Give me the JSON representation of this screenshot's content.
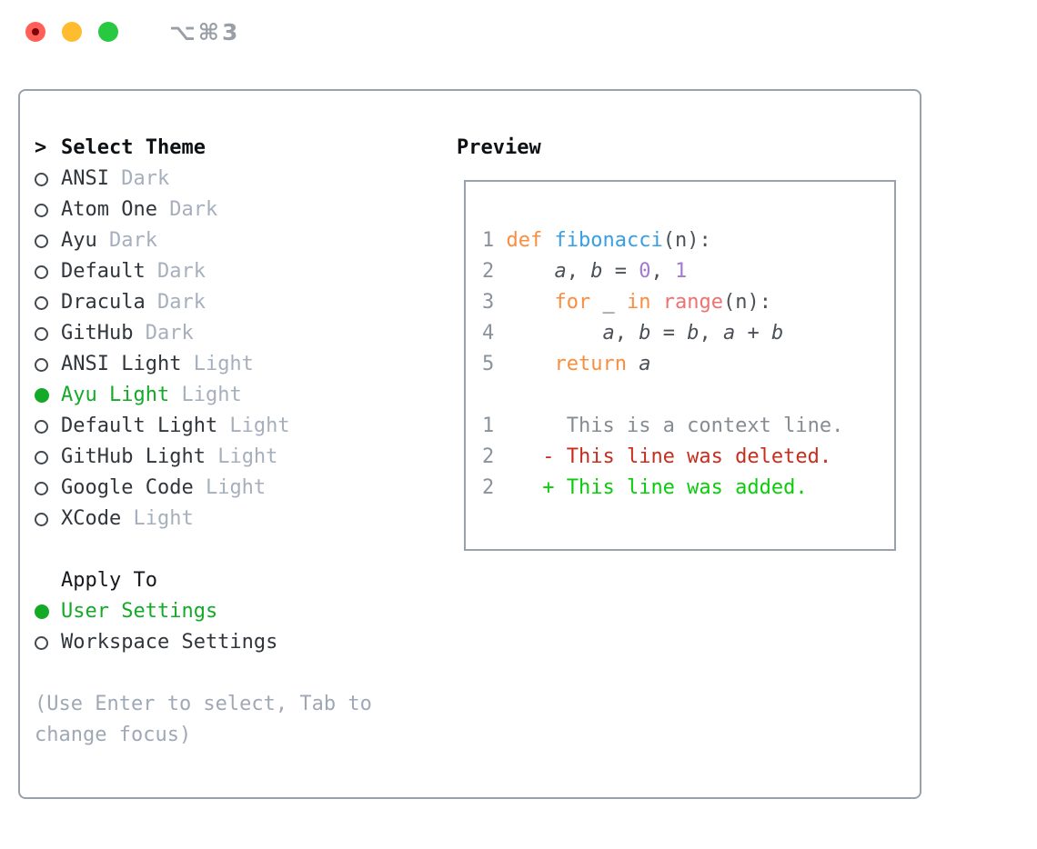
{
  "window": {
    "title": "⌥⌘3",
    "traffic_lights": [
      {
        "name": "close",
        "has_dot": true
      },
      {
        "name": "minimize",
        "has_dot": false
      },
      {
        "name": "zoom",
        "has_dot": false
      }
    ]
  },
  "theme_panel": {
    "header": {
      "prompt": ">",
      "label": "Select Theme"
    },
    "themes": [
      {
        "name": "ANSI",
        "variant": "Dark",
        "selected": false
      },
      {
        "name": "Atom One",
        "variant": "Dark",
        "selected": false
      },
      {
        "name": "Ayu",
        "variant": "Dark",
        "selected": false
      },
      {
        "name": "Default",
        "variant": "Dark",
        "selected": false
      },
      {
        "name": "Dracula",
        "variant": "Dark",
        "selected": false
      },
      {
        "name": "GitHub",
        "variant": "Dark",
        "selected": false
      },
      {
        "name": "ANSI Light",
        "variant": "Light",
        "selected": false
      },
      {
        "name": "Ayu Light",
        "variant": "Light",
        "selected": true
      },
      {
        "name": "Default Light",
        "variant": "Light",
        "selected": false
      },
      {
        "name": "GitHub Light",
        "variant": "Light",
        "selected": false
      },
      {
        "name": "Google Code",
        "variant": "Light",
        "selected": false
      },
      {
        "name": "XCode",
        "variant": "Light",
        "selected": false
      }
    ],
    "apply_to": {
      "label": "Apply To",
      "options": [
        {
          "name": "User Settings",
          "selected": true
        },
        {
          "name": "Workspace Settings",
          "selected": false
        }
      ]
    },
    "help_lines": [
      "(Use Enter to select, Tab to",
      "change focus)"
    ]
  },
  "preview": {
    "label": "Preview",
    "code_lines": [
      {
        "num": "1",
        "tokens": [
          {
            "t": "def",
            "c": "keyword"
          },
          {
            "t": " ",
            "c": "plain"
          },
          {
            "t": "fibonacci",
            "c": "function"
          },
          {
            "t": "(n):",
            "c": "plain"
          }
        ]
      },
      {
        "num": "2",
        "tokens": [
          {
            "t": "    ",
            "c": "plain"
          },
          {
            "t": "a",
            "c": "var"
          },
          {
            "t": ", ",
            "c": "plain"
          },
          {
            "t": "b",
            "c": "var"
          },
          {
            "t": " = ",
            "c": "plain"
          },
          {
            "t": "0",
            "c": "number"
          },
          {
            "t": ", ",
            "c": "plain"
          },
          {
            "t": "1",
            "c": "number"
          }
        ]
      },
      {
        "num": "3",
        "tokens": [
          {
            "t": "    ",
            "c": "plain"
          },
          {
            "t": "for",
            "c": "keyword"
          },
          {
            "t": " _ ",
            "c": "plain"
          },
          {
            "t": "in",
            "c": "keyword"
          },
          {
            "t": " ",
            "c": "plain"
          },
          {
            "t": "range",
            "c": "special"
          },
          {
            "t": "(n):",
            "c": "plain"
          }
        ]
      },
      {
        "num": "4",
        "tokens": [
          {
            "t": "        ",
            "c": "plain"
          },
          {
            "t": "a",
            "c": "var"
          },
          {
            "t": ", ",
            "c": "plain"
          },
          {
            "t": "b",
            "c": "var"
          },
          {
            "t": " = ",
            "c": "plain"
          },
          {
            "t": "b",
            "c": "var"
          },
          {
            "t": ", ",
            "c": "plain"
          },
          {
            "t": "a",
            "c": "var"
          },
          {
            "t": " + ",
            "c": "plain"
          },
          {
            "t": "b",
            "c": "var"
          }
        ]
      },
      {
        "num": "5",
        "tokens": [
          {
            "t": "    ",
            "c": "plain"
          },
          {
            "t": "return",
            "c": "keyword"
          },
          {
            "t": " ",
            "c": "plain"
          },
          {
            "t": "a",
            "c": "var"
          }
        ]
      },
      {
        "blank": true
      },
      {
        "num": "1",
        "tokens": [
          {
            "t": "     This is a context line.",
            "c": "context"
          }
        ]
      },
      {
        "num": "2",
        "tokens": [
          {
            "t": "   - This line was deleted.",
            "c": "deleted"
          }
        ]
      },
      {
        "num": "2",
        "tokens": [
          {
            "t": "   + This line was added.",
            "c": "added"
          }
        ]
      }
    ]
  },
  "colors": {
    "light_red": "#ff5f57",
    "light_red_dot": "#7e0508",
    "light_yellow": "#febc2e",
    "light_green": "#28c840",
    "title_gray": "#999fa7",
    "border_gray": "#99a1ac",
    "list_dark": "#31363c",
    "variant_gray": "#a6b0bd",
    "help_gray": "#9fa9b5",
    "green_select": "#14aa28",
    "linenum_gray": "#8a929c",
    "code_plain": "#4b5157",
    "keyword_orange": "#fa8d3e",
    "function_blue": "#399ee6",
    "number_purple": "#a37acc",
    "special_coral": "#f07171",
    "context_gray": "#868c92",
    "deleted_red": "#c82d1e",
    "added_green": "#0acd0a"
  }
}
